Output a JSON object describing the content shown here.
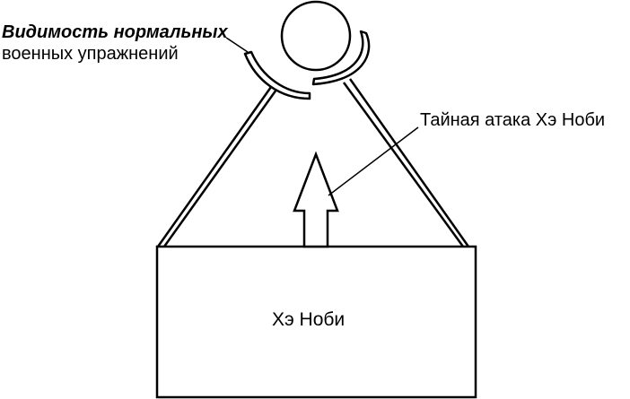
{
  "labels": {
    "visibility_line1": "Видимость нормальных",
    "visibility_line2": "военных упражнений",
    "secret_attack": "Тайная атака Хэ Ноби",
    "box": "Хэ Ноби"
  },
  "colors": {
    "ink": "#000000",
    "background": "#ffffff"
  }
}
